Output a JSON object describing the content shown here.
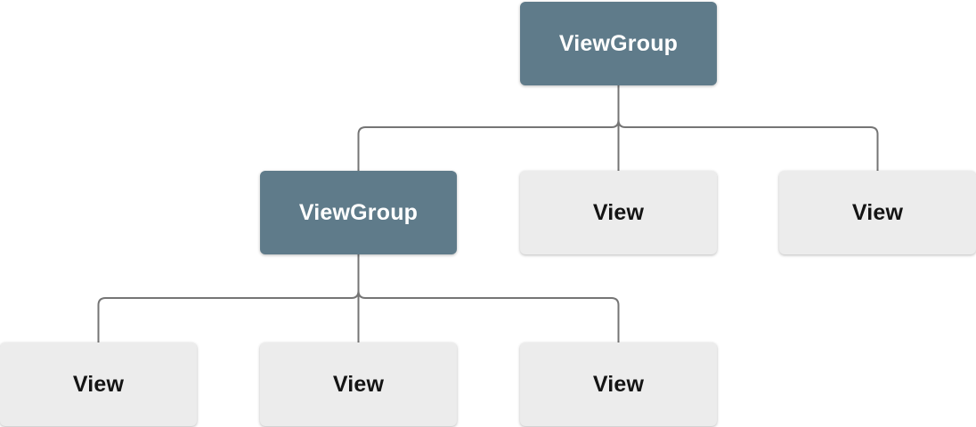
{
  "diagram_type": "tree",
  "nodes": [
    {
      "id": "root",
      "label": "ViewGroup",
      "type": "viewgroup",
      "level": 0
    },
    {
      "id": "child-1",
      "label": "ViewGroup",
      "type": "viewgroup",
      "level": 1
    },
    {
      "id": "child-2",
      "label": "View",
      "type": "view",
      "level": 1
    },
    {
      "id": "child-3",
      "label": "View",
      "type": "view",
      "level": 1
    },
    {
      "id": "grandchild-1",
      "label": "View",
      "type": "view",
      "level": 2
    },
    {
      "id": "grandchild-2",
      "label": "View",
      "type": "view",
      "level": 2
    },
    {
      "id": "grandchild-3",
      "label": "View",
      "type": "view",
      "level": 2
    }
  ],
  "edges": [
    {
      "from": "root",
      "to": "child-1"
    },
    {
      "from": "root",
      "to": "child-2"
    },
    {
      "from": "root",
      "to": "child-3"
    },
    {
      "from": "child-1",
      "to": "grandchild-1"
    },
    {
      "from": "child-1",
      "to": "grandchild-2"
    },
    {
      "from": "child-1",
      "to": "grandchild-3"
    }
  ],
  "colors": {
    "viewgroup_fill": "#5F7B8A",
    "viewgroup_text": "#FFFFFF",
    "view_fill": "#ECECEC",
    "view_text": "#141414",
    "edge_stroke": "#757575",
    "background": "#FFFFFF"
  }
}
